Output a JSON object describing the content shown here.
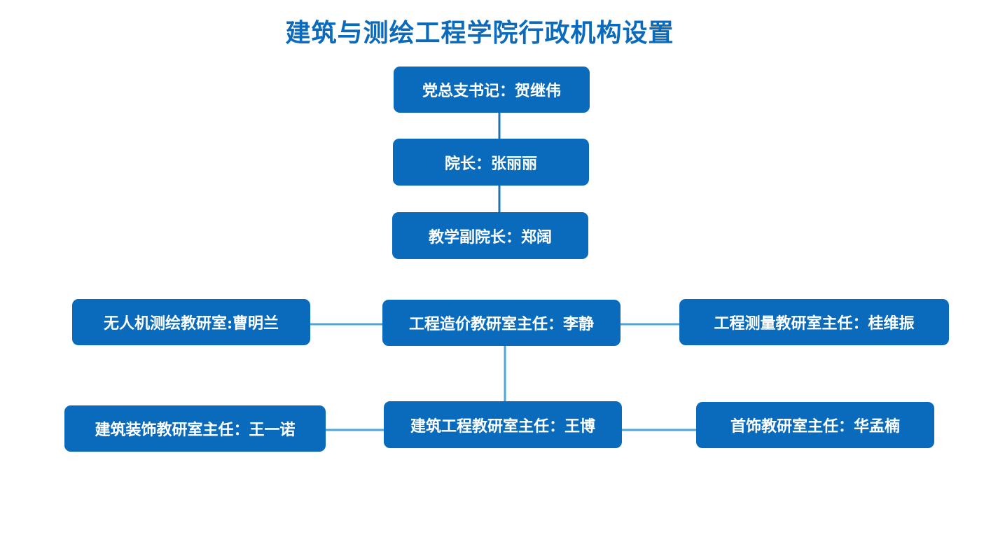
{
  "title": "建筑与测绘工程学院行政机构设置",
  "nodes": {
    "party_secretary": "党总支书记：贺继伟",
    "dean": "院长：张丽丽",
    "vice_dean": "教学副院长：郑阔",
    "uav_survey": "无人机测绘教研室:曹明兰",
    "cost_engineering": "工程造价教研室主任：李静",
    "survey_engineering": "工程测量教研室主任：桂维振",
    "decoration": "建筑装饰教研室主任：王一诺",
    "building_engineering": "建筑工程教研室主任：王博",
    "jewelry": "首饰教研室主任：华孟楠"
  },
  "colors": {
    "box": "#0a6bbd",
    "title": "#0a6bbd",
    "line_dark": "#1f73b7",
    "line_light": "#4fa6d8"
  }
}
